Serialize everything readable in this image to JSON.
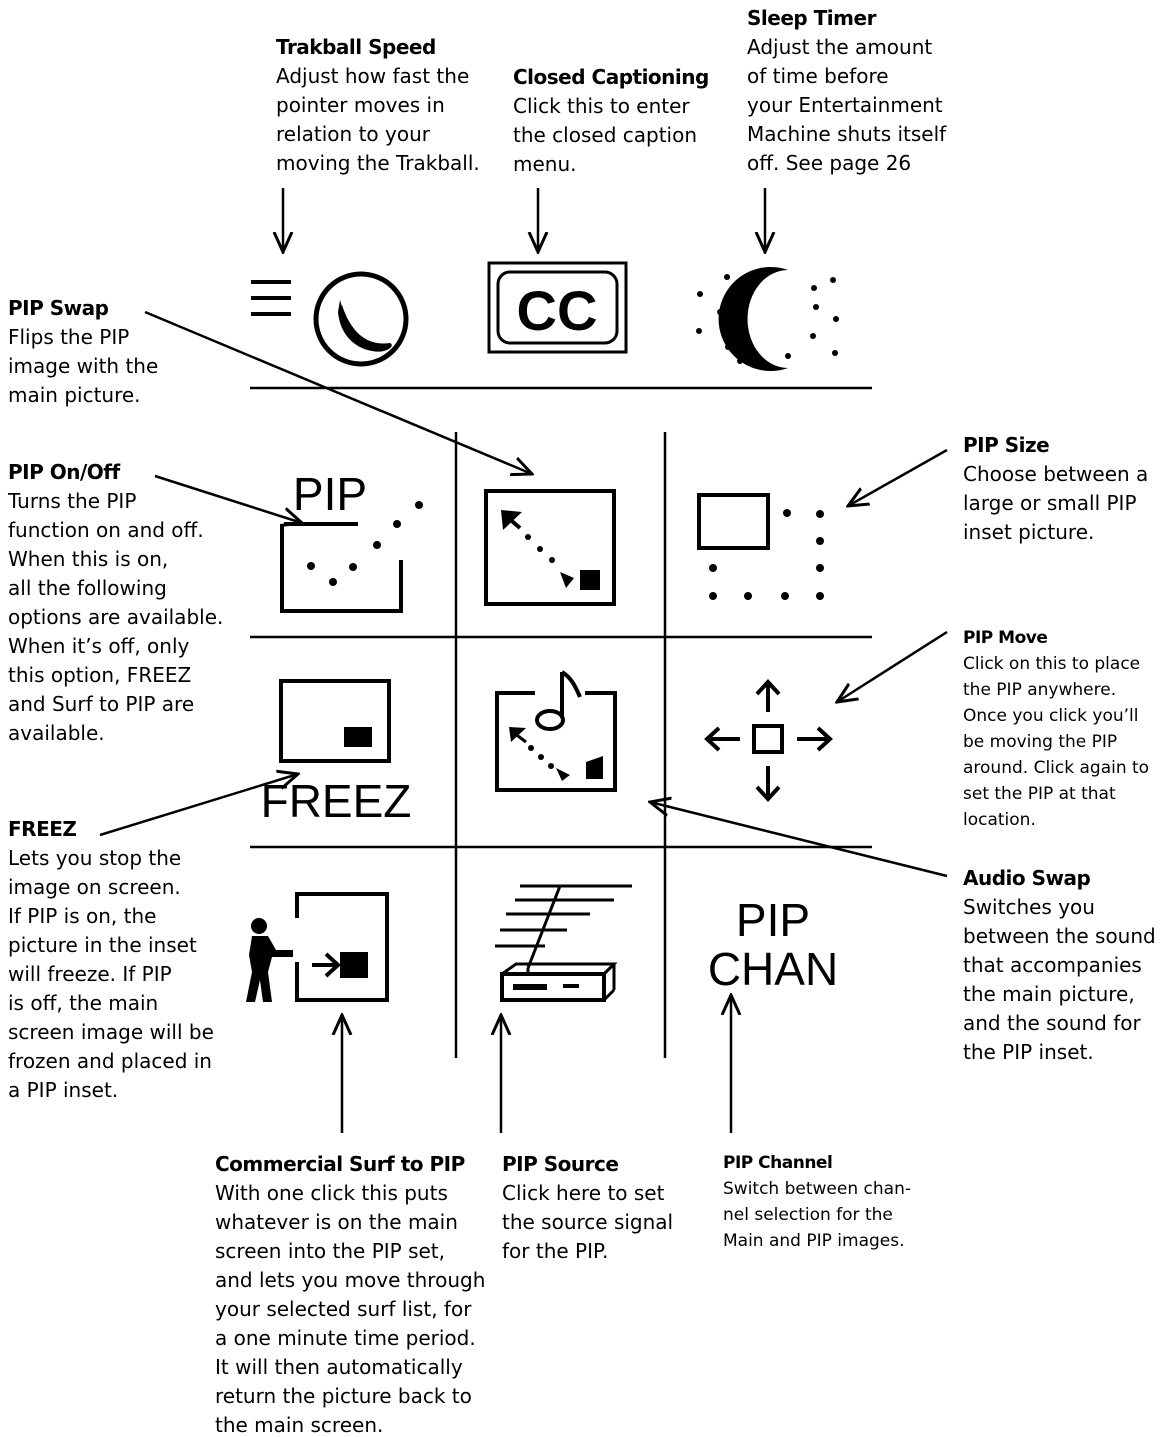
{
  "colors": {
    "ink": "#000000",
    "paper": "#ffffff"
  },
  "callouts": {
    "trakball_speed": {
      "title": "Trakball Speed",
      "body": "Adjust how fast the\npointer moves in\nrelation to your\nmoving the Trakball."
    },
    "closed_captioning": {
      "title": "Closed Captioning",
      "body": "Click this to enter\nthe closed caption\nmenu."
    },
    "sleep_timer": {
      "title": "Sleep Timer",
      "body": "Adjust the amount\nof time before\nyour Entertainment\nMachine shuts itself\noff. See page 26"
    },
    "pip_swap": {
      "title": "PIP Swap",
      "body": "Flips the PIP\nimage with the\nmain picture."
    },
    "pip_on_off": {
      "title": "PIP On/Off",
      "body": "Turns the PIP\nfunction on and off.\nWhen this is on,\nall the following\noptions are available.\nWhen it’s off, only\nthis option, FREEZ\nand Surf to PIP are\navailable."
    },
    "freez": {
      "title": "FREEZ",
      "body": "Lets you stop the\nimage on screen.\nIf PIP is on, the\npicture in the inset\nwill freeze. If PIP\nis off, the main\nscreen image will be\nfrozen and placed in\na PIP inset."
    },
    "pip_size": {
      "title": "PIP Size",
      "body": "Choose between a\nlarge or small PIP\ninset picture."
    },
    "pip_move": {
      "title": "PIP Move",
      "body": "Click on this to place\nthe PIP anywhere.\nOnce you click you’ll\nbe moving the PIP\naround. Click again to\nset the PIP at that\nlocation."
    },
    "audio_swap": {
      "title": "Audio Swap",
      "body": "Switches you\nbetween the sound\nthat accompanies\nthe main picture,\nand the sound for\nthe PIP inset."
    },
    "commercial_surf": {
      "title": "Commercial Surf to PIP",
      "body": "With one click this puts\nwhatever is on the main\nscreen into the PIP set,\nand lets you move through\nyour selected surf list, for\na one minute time period.\nIt will then automatically\nreturn the picture back to\nthe main screen."
    },
    "pip_source": {
      "title": "PIP Source",
      "body": "Click here to set\nthe source signal\nfor the PIP."
    },
    "pip_channel": {
      "title": "PIP Channel",
      "body": "Switch between chan-\nnel selection for the\nMain and PIP images."
    }
  },
  "icon_labels": {
    "cc": "CC",
    "pip": "PIP",
    "freez": "FREEZ",
    "pip_chan_line1": "PIP",
    "pip_chan_line2": "CHAN"
  },
  "icons": [
    "trakball-speed-icon",
    "closed-caption-icon",
    "sleep-timer-icon",
    "pip-on-off-icon",
    "pip-swap-icon",
    "pip-size-icon",
    "freez-icon",
    "audio-swap-icon",
    "pip-move-icon",
    "commercial-surf-icon",
    "pip-source-icon",
    "pip-channel-icon"
  ]
}
